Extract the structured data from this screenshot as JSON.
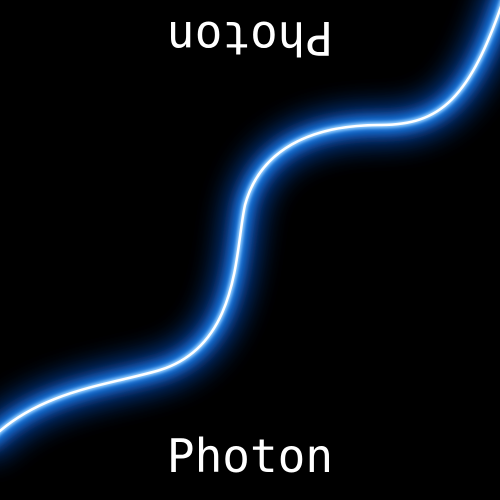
{
  "labels": {
    "top": "Photon",
    "bottom": "Photon"
  },
  "colors": {
    "background": "#000000",
    "text": "#ffffff",
    "glow": "#1e90ff",
    "core": "#ffffff"
  },
  "icons": {
    "wave": "photon-wave"
  }
}
